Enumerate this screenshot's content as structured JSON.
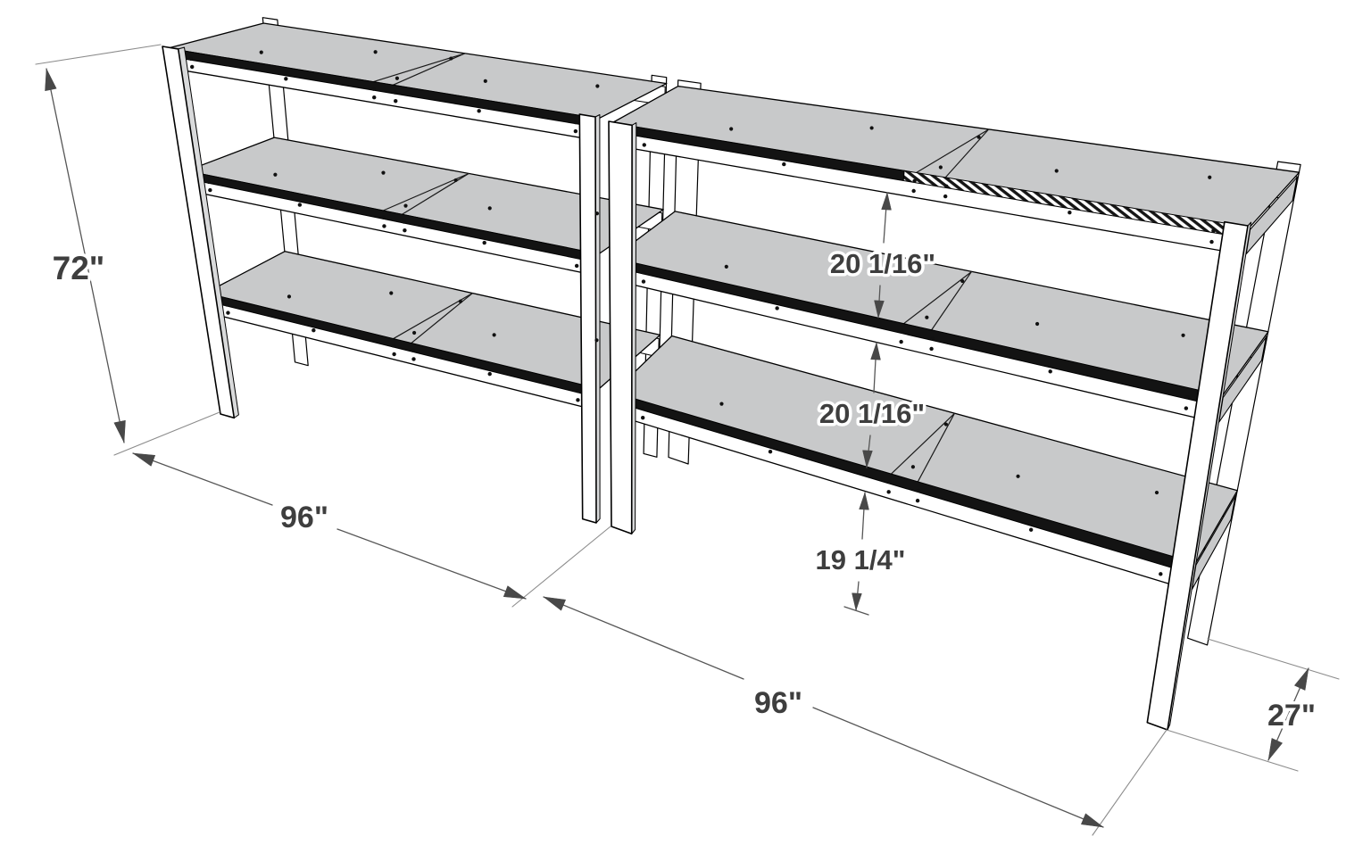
{
  "diagram": {
    "dimensions": {
      "height": "72\"",
      "bay1_length": "96\"",
      "bay2_length": "96\"",
      "depth": "27\"",
      "upper_shelf_opening": "20 1/16\"",
      "middle_shelf_opening": "20 1/16\"",
      "floor_to_bottom_shelf": "19 1/4\""
    },
    "structure": {
      "bays": 2,
      "shelf_levels": 3
    },
    "colors": {
      "background": "#ffffff",
      "panel_gray": "#c8c9ca",
      "wood_white": "#ffffff",
      "side_shade": "#d9dadb",
      "edge_band": "#131313",
      "outline": "#000000",
      "dim_line": "#565656",
      "ext_line": "#8c8c8c",
      "arrow": "#484848",
      "label_text": "#3e3e3e"
    }
  }
}
